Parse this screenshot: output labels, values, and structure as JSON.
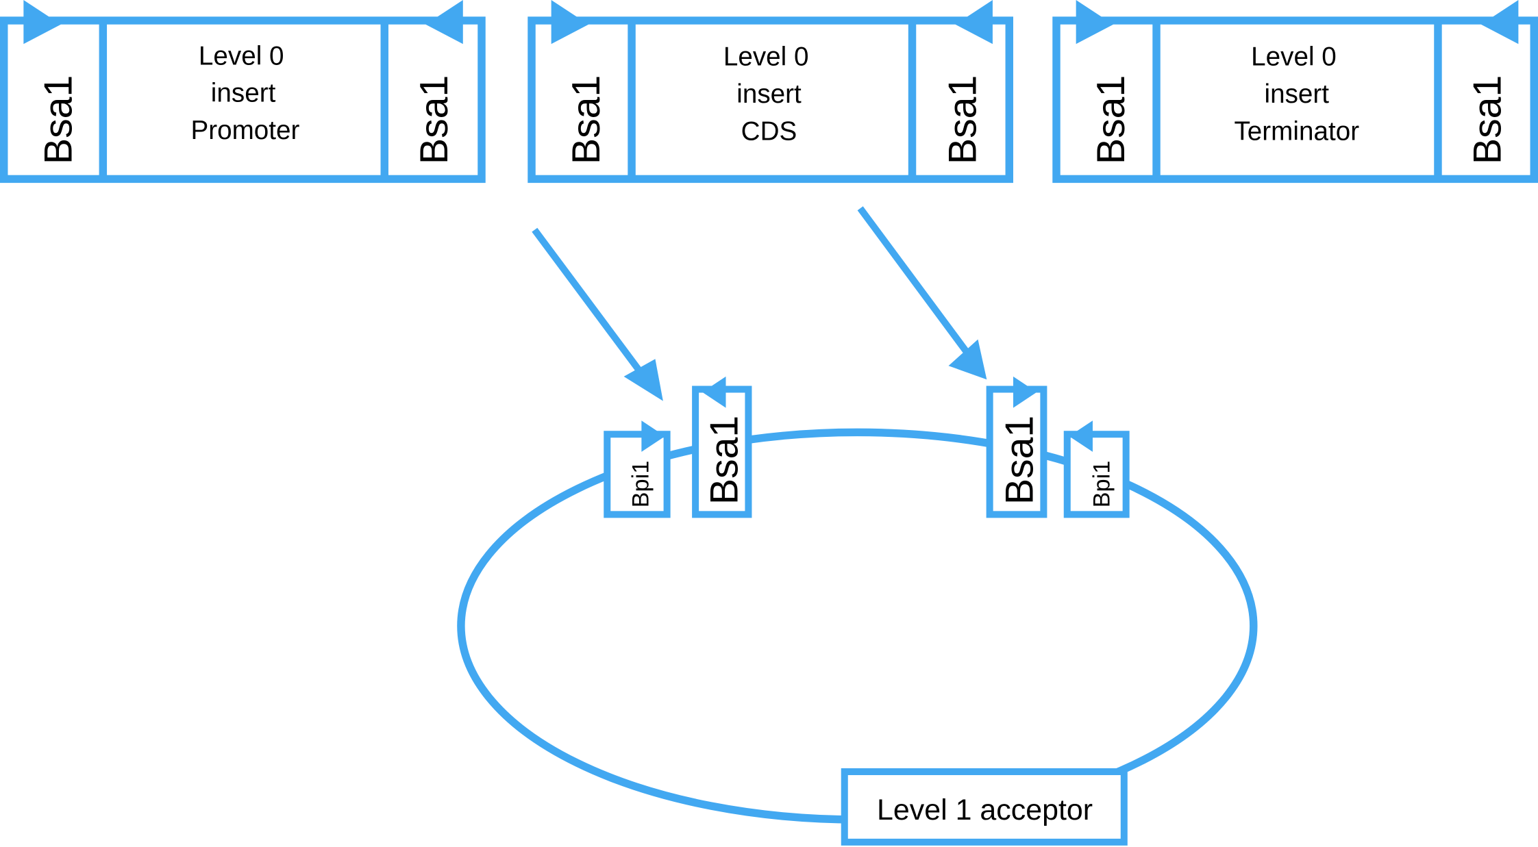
{
  "diagram": {
    "title": "Golden Gate Level 0 to Level 1 assembly",
    "accent_color": "#42a8f1",
    "level0_parts": [
      {
        "lines": [
          "Level 0",
          "insert",
          "Promoter"
        ],
        "left_site": "Bsa1",
        "right_site": "Bsa1"
      },
      {
        "lines": [
          "Level 0",
          "insert",
          "CDS"
        ],
        "left_site": "Bsa1",
        "right_site": "Bsa1"
      },
      {
        "lines": [
          "Level 0",
          "insert",
          "Terminator"
        ],
        "left_site": "Bsa1",
        "right_site": "Bsa1"
      }
    ],
    "acceptor": {
      "label": "Level 1 acceptor",
      "sites": [
        "Bpi1",
        "Bsa1",
        "Bsa1",
        "Bpi1"
      ]
    }
  }
}
